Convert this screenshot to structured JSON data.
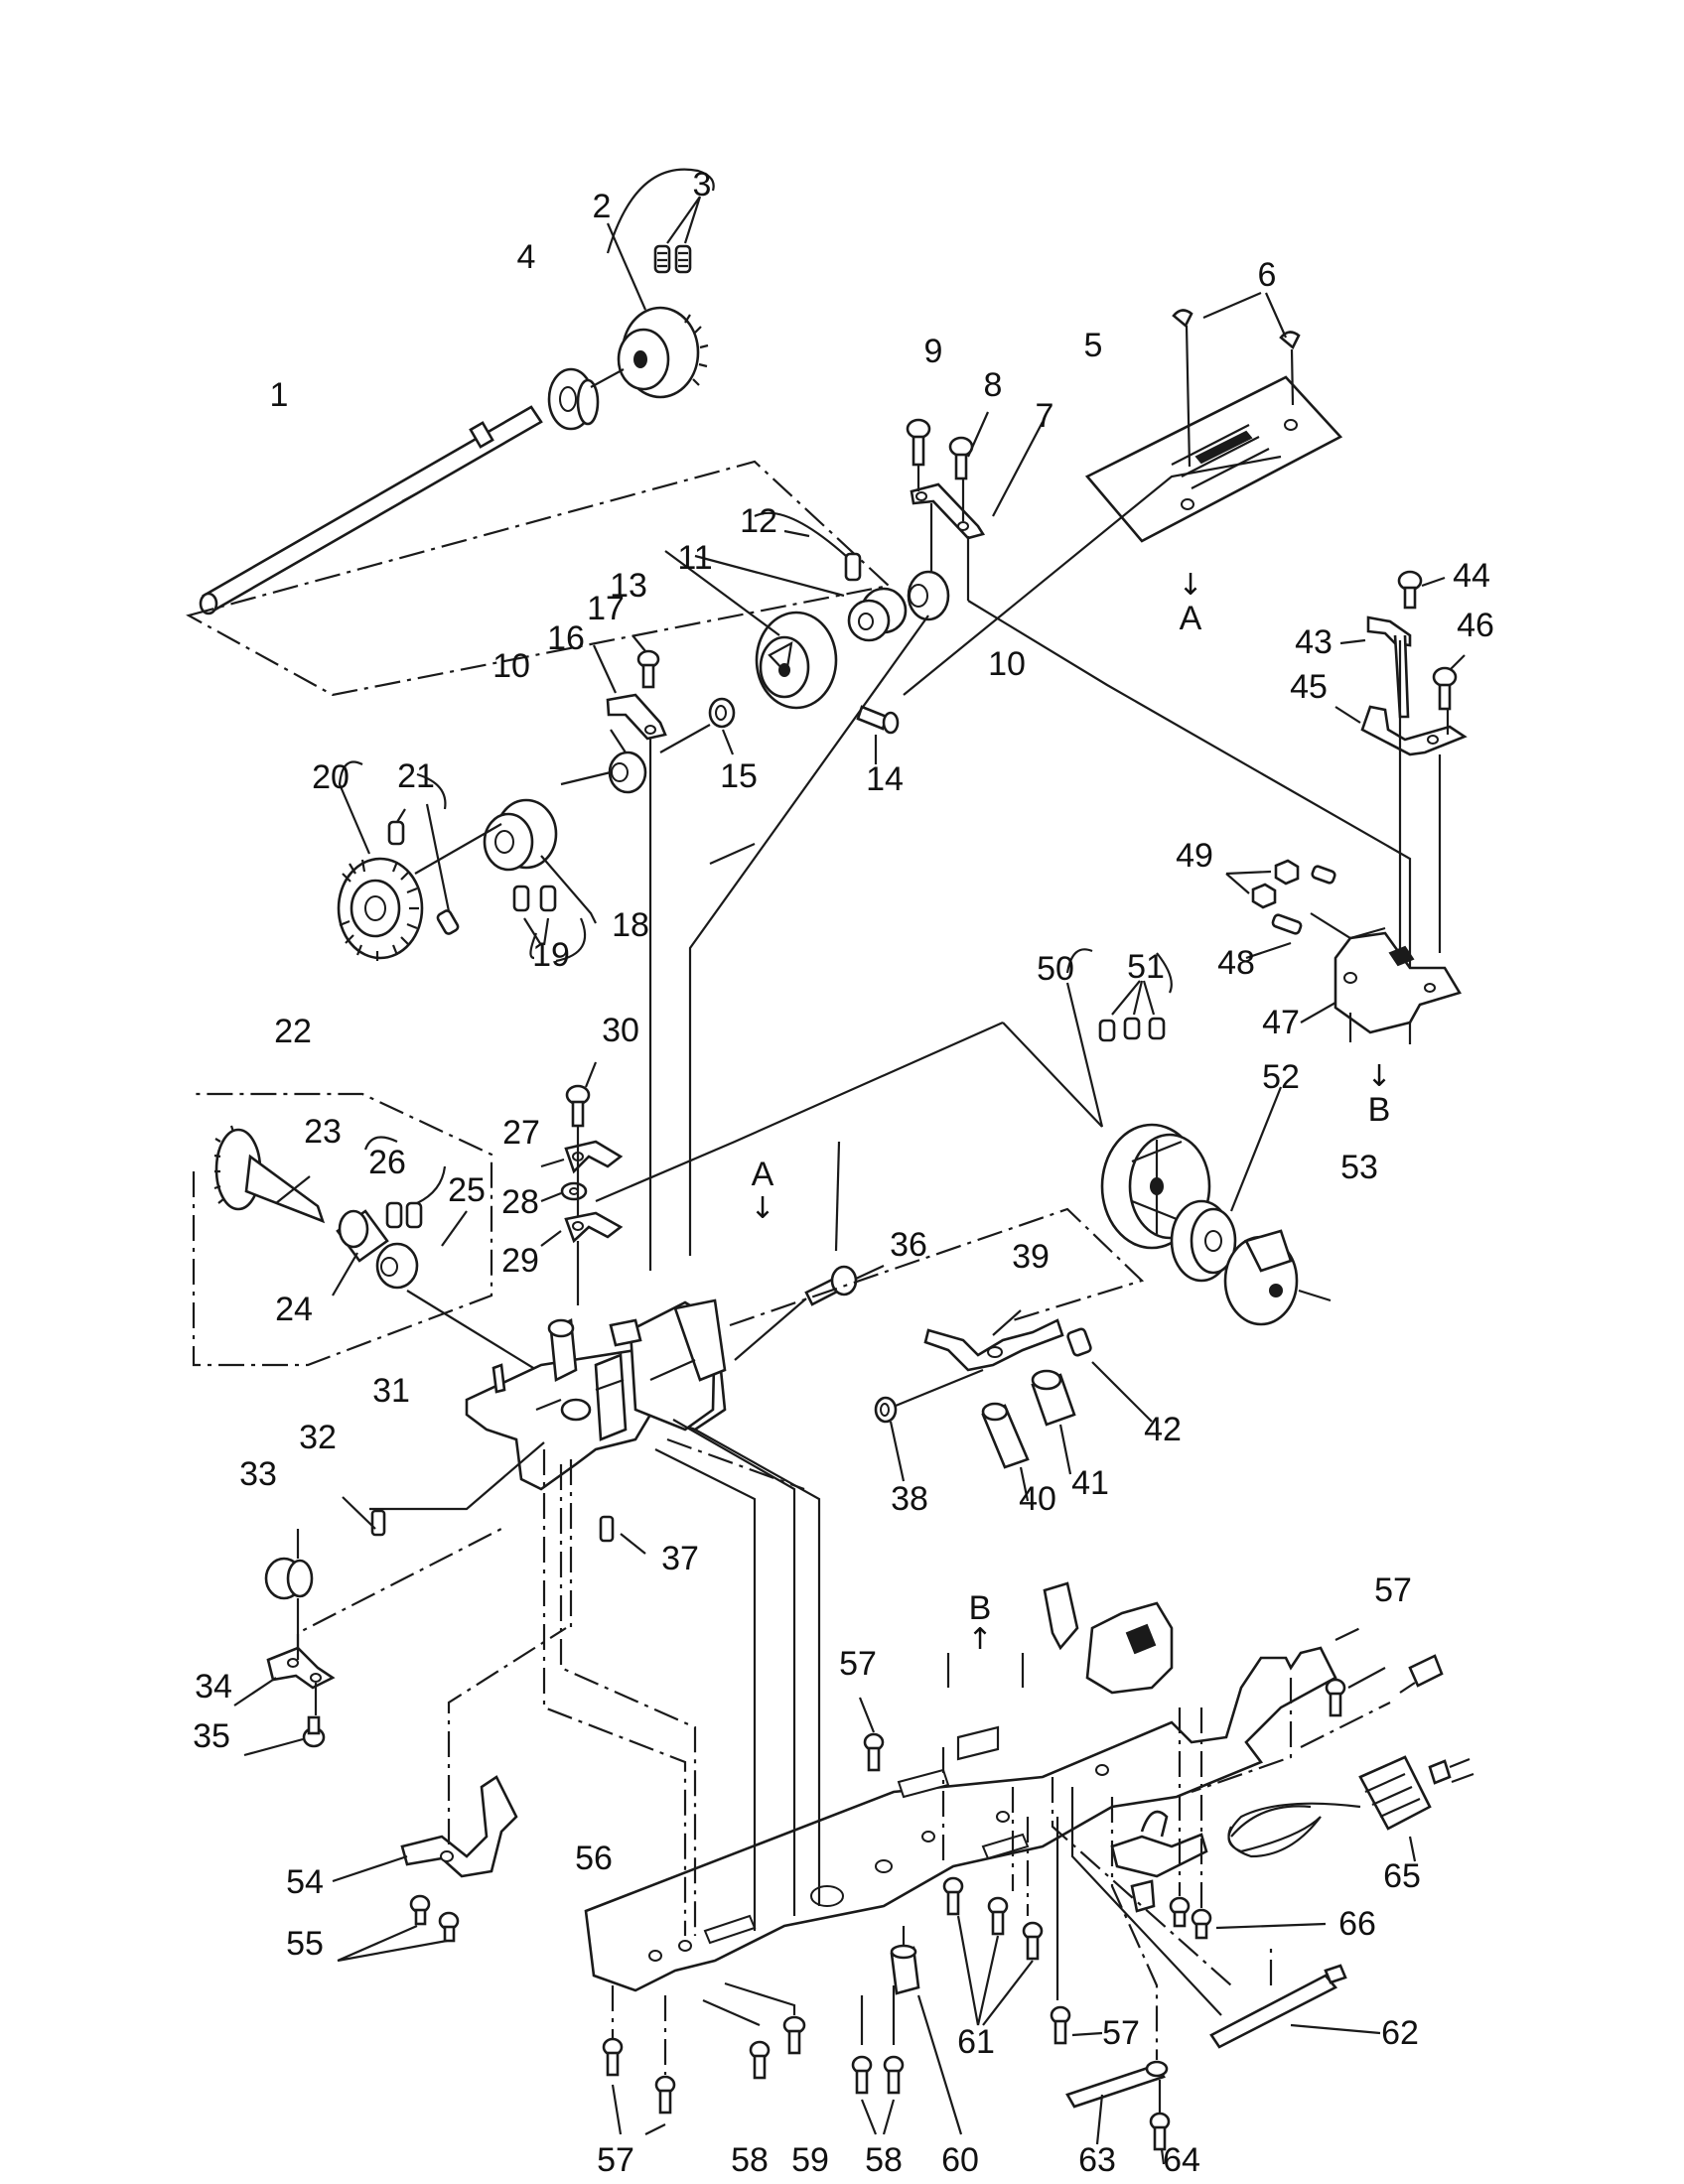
{
  "callouts": {
    "p1": "1",
    "p2": "2",
    "p3": "3",
    "p4": "4",
    "p5": "5",
    "p6": "6",
    "p7": "7",
    "p8": "8",
    "p9": "9",
    "p10a": "10",
    "p10b": "10",
    "p11": "11",
    "p12": "12",
    "p13": "13",
    "p14": "14",
    "p15": "15",
    "p16": "16",
    "p17": "17",
    "p18": "18",
    "p19": "19",
    "p20": "20",
    "p21": "21",
    "p22": "22",
    "p23": "23",
    "p24": "24",
    "p25": "25",
    "p26": "26",
    "p27": "27",
    "p28": "28",
    "p29": "29",
    "p30": "30",
    "p31": "31",
    "p32": "32",
    "p33": "33",
    "p34": "34",
    "p35": "35",
    "p36": "36",
    "p37": "37",
    "p38": "38",
    "p39": "39",
    "p40": "40",
    "p41": "41",
    "p42": "42",
    "p43": "43",
    "p44": "44",
    "p45": "45",
    "p46": "46",
    "p47": "47",
    "p48": "48",
    "p49": "49",
    "p50": "50",
    "p51": "51",
    "p52": "52",
    "p53": "53",
    "p54": "54",
    "p55": "55",
    "p56": "56",
    "p57a": "57",
    "p57b": "57",
    "p57c": "57",
    "p57d": "57",
    "p58a": "58",
    "p58b": "58",
    "p59": "59",
    "p60": "60",
    "p61": "61",
    "p62": "62",
    "p63": "63",
    "p64": "64",
    "p65": "65",
    "p66": "66"
  },
  "reference_marks": {
    "a_top": "A",
    "a_mid": "A",
    "b_mid": "B",
    "b_bottom": "B"
  },
  "arrow_glyphs": {
    "down": "↓",
    "up": "↑"
  }
}
